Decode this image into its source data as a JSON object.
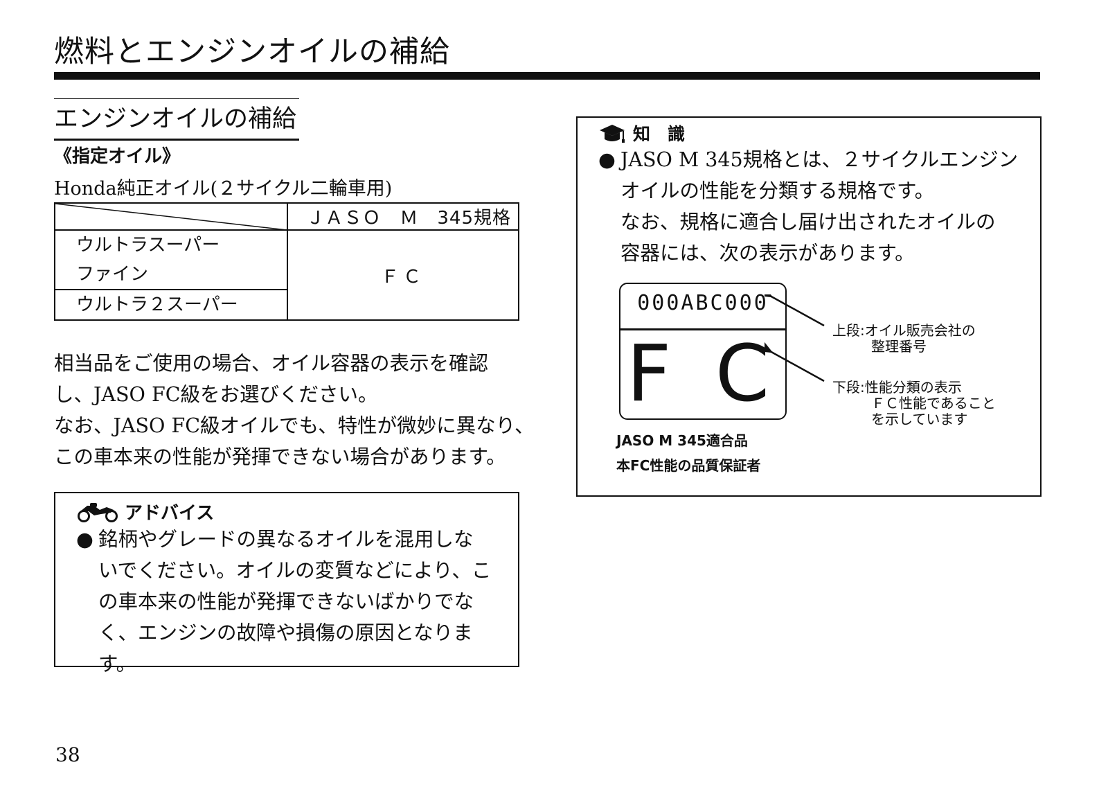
{
  "page_title": "燃料とエンジンオイルの補給",
  "section_heading": "エンジンオイルの補給",
  "specified_oil": {
    "label": "《指定オイル》",
    "oil_name": "Honda純正オイル(２サイクル二輪車用)"
  },
  "spec_table": {
    "header": "ＪＡＳＯ　Ｍ　345規格",
    "products": [
      "ウルトラスーパー",
      "ファイン",
      "ウルトラ２スーパー"
    ],
    "grade": "ＦＣ"
  },
  "equivalent_paragraph": [
    "相当品をご使用の場合、オイル容器の表示を確認",
    "し、JASO FC級をお選びください。",
    "なお、JASO FC級オイルでも、特性が微妙に異なり、",
    "この車本来の性能が発揮できない場合があります。"
  ],
  "advice": {
    "title": "アドバイス",
    "icon": "motorcycle-icon",
    "bullet": "●",
    "lines": [
      "銘柄やグレードの異なるオイルを混用しな",
      "いでください。オイルの変質などにより、こ",
      "の車本来の性能が発揮できないばかりでな",
      "く、エンジンの故障や損傷の原因となりま",
      "す。"
    ]
  },
  "knowledge": {
    "title": "知　識",
    "icon": "graduation-cap-icon",
    "bullet": "●",
    "lines": [
      "JASO M 345規格とは、２サイクルエンジン",
      "オイルの性能を分類する規格です。",
      "なお、規格に適合し届け出されたオイルの",
      "容器には、次の表示があります。"
    ],
    "label": {
      "code": "000ABC000",
      "grade": "F C",
      "cert_line1": "JASO M 345適合品",
      "cert_line2": "本FC性能の品質保証者"
    },
    "callout_upper": {
      "line1": "上段:オイル販売会社の",
      "line2": "整理番号"
    },
    "callout_lower": {
      "line1": "下段:性能分類の表示",
      "line2": "ＦＣ性能であること",
      "line3": "を示しています"
    }
  },
  "page_number": "38"
}
